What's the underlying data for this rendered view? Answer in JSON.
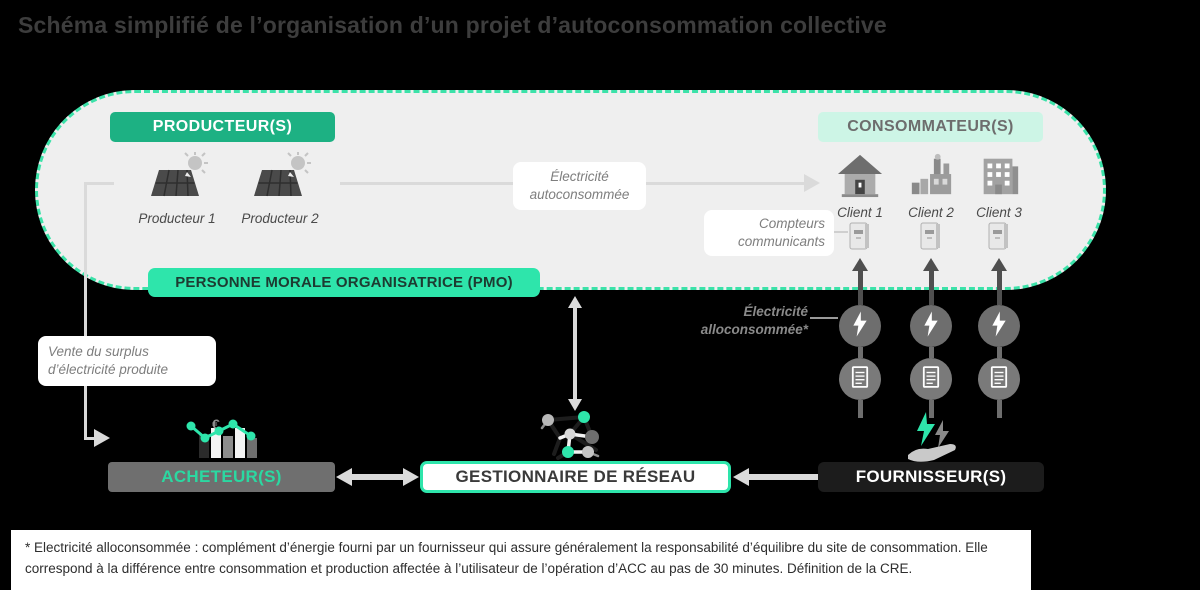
{
  "title": "Schéma simplifié de l’organisation d’un projet d’autoconsommation collective",
  "perimeter": {
    "producteurs_badge": "PRODUCTEUR(S)",
    "consommateurs_badge": "CONSOMMATEUR(S)",
    "pmo_badge": "PERSONNE MORALE ORGANISATRICE (PMO)",
    "producers": [
      {
        "label": "Producteur 1"
      },
      {
        "label": "Producteur 2"
      }
    ],
    "clients": [
      {
        "label": "Client 1"
      },
      {
        "label": "Client 2"
      },
      {
        "label": "Client 3"
      }
    ]
  },
  "flows": {
    "autoconsommee_label": "Électricité autoconsommée",
    "compteurs_label": "Compteurs communicants",
    "vente_surplus_label": "Vente du surplus d’électricité produite",
    "alloconsommee_label": "Électricité alloconsommée*"
  },
  "actors": {
    "acheteurs": "ACHETEUR(S)",
    "gestionnaire": "GESTIONNAIRE DE RÉSEAU",
    "fournisseurs": "FOURNISSEUR(S)"
  },
  "footnote": "* Electricité alloconsommée : complément d’énergie fourni par un fournisseur qui assure généralement la responsabilité d’équilibre du site de consommation. Elle correspond à la différence entre consommation et production affectée à l’utilisateur de l’opération d’ACC au pas de 30 minutes. Définition de la CRE.",
  "colors": {
    "accent_mint": "#2ee5ab",
    "brand_green": "#1db183",
    "pale_mint": "#cdf5e6",
    "background": "#000000",
    "perimeter_fill": "#efefef"
  }
}
